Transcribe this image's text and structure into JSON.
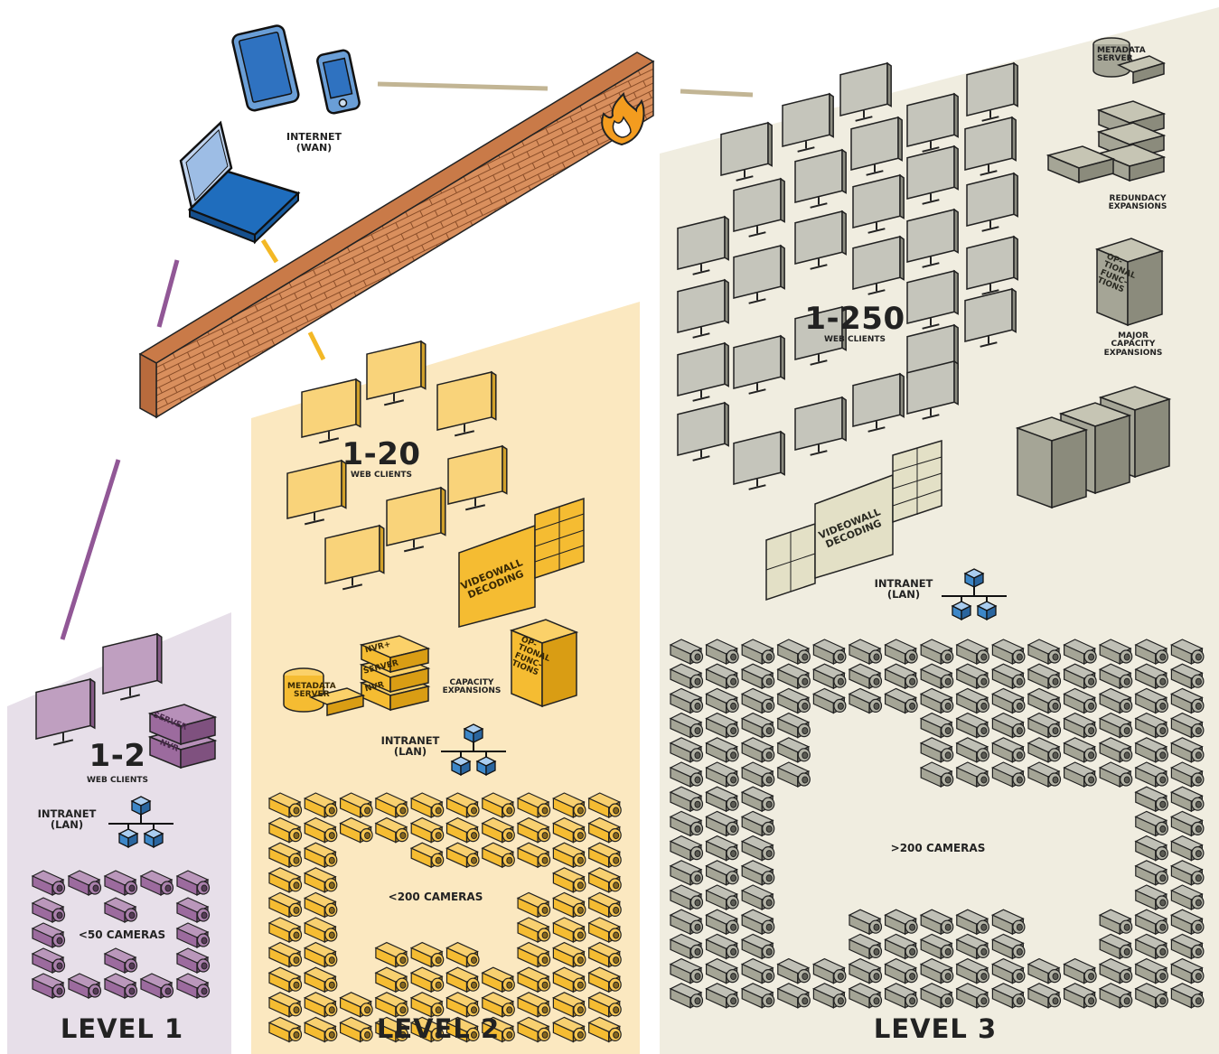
{
  "internet": {
    "label_1": "INTERNET",
    "label_2": "(WAN)"
  },
  "colors": {
    "level1_bg": "#e7dfe9",
    "level2_bg": "#fbe8c0",
    "level3_bg": "#f0ede0",
    "level1_device": "#9c6b9e",
    "level2_device": "#f5bc32",
    "level3_device": "#a5a596",
    "wall": "#d98f5d",
    "wan_link": "#c2b594",
    "lan_link_purple": "#915796",
    "lan_link_yellow": "#f3b826",
    "network_icon": "#3d87c8"
  },
  "level1": {
    "title": "LEVEL 1",
    "clients_count": "1-2",
    "clients_label": "WEB CLIENTS",
    "server_label": "SERVER",
    "nvr_label": "NVR",
    "intranet_1": "INTRANET",
    "intranet_2": "(LAN)",
    "cameras_label": "<50 CAMERAS"
  },
  "level2": {
    "title": "LEVEL 2",
    "clients_count": "1-20",
    "clients_label": "WEB CLIENTS",
    "videowall_1": "VIDEOWALL",
    "videowall_2": "DECODING",
    "nvrplus_label": "NVR+",
    "server_label": "SERVER",
    "nvr_label": "NVR",
    "metadata_1": "METADATA",
    "metadata_2": "SERVER",
    "capacity_1": "CAPACITY",
    "capacity_2": "EXPANSIONS",
    "optional": [
      "OP-",
      "TIONAL",
      "FUNC-",
      "TIONS"
    ],
    "intranet_1": "INTRANET",
    "intranet_2": "(LAN)",
    "cameras_label": "<200 CAMERAS"
  },
  "level3": {
    "title": "LEVEL 3",
    "clients_count": "1-250",
    "clients_label": "WEB CLIENTS",
    "metadata_1": "METADATA",
    "metadata_2": "SERVER",
    "redundancy_1": "REDUNDACY",
    "redundancy_2": "EXPANSIONS",
    "optional": [
      "OP-",
      "TIONAL",
      "FUNC-",
      "TIONS"
    ],
    "major_1": "MAJOR",
    "major_2": "CAPACITY",
    "major_3": "EXPANSIONS",
    "videowall_1": "VIDEOWALL",
    "videowall_2": "DECODING",
    "intranet_1": "INTRANET",
    "intranet_2": "(LAN)",
    "cameras_label": ">200 CAMERAS"
  }
}
